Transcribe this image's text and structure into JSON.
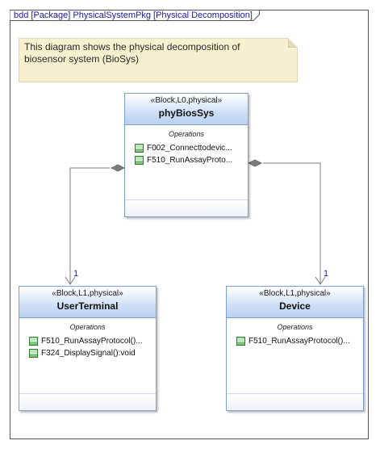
{
  "frame": {
    "label": "bdd [Package] PhysicalSystemPkg [Physical Decomposition]"
  },
  "note": {
    "text_line1": "This diagram shows the physical   decomposition of",
    "text_line2": "biosensor system (BioSys)"
  },
  "blocks": [
    {
      "stereotype": "«Block,L0,physical»",
      "name": "phyBiosSys",
      "operations_title": "Operations",
      "operations": [
        "F002_Connecttodevic...",
        "F510_RunAssayProto..."
      ]
    },
    {
      "stereotype": "«Block,L1,physical»",
      "name": "UserTerminal",
      "operations_title": "Operations",
      "operations": [
        "F510_RunAssayProtocol()...",
        "F324_DisplaySignal():void"
      ]
    },
    {
      "stereotype": "«Block,L1,physical»",
      "name": "Device",
      "operations_title": "Operations",
      "operations": [
        "F510_RunAssayProtocol()..."
      ]
    }
  ],
  "associations": [
    {
      "from": "phyBiosSys",
      "to": "UserTerminal",
      "kind": "composition",
      "multiplicity": "1"
    },
    {
      "from": "phyBiosSys",
      "to": "Device",
      "kind": "composition",
      "multiplicity": "1"
    }
  ],
  "colors": {
    "frame_label": "#1a1aa6",
    "note_fill": "#f7f0cf",
    "block_border": "#7fa0cc",
    "block_header": "#cfe0f5",
    "operation_icon": "#4aa24a"
  },
  "icons": {
    "operation": "operation-icon",
    "composition_end": "filled-diamond-icon",
    "navigable_end": "open-arrowhead-icon"
  }
}
